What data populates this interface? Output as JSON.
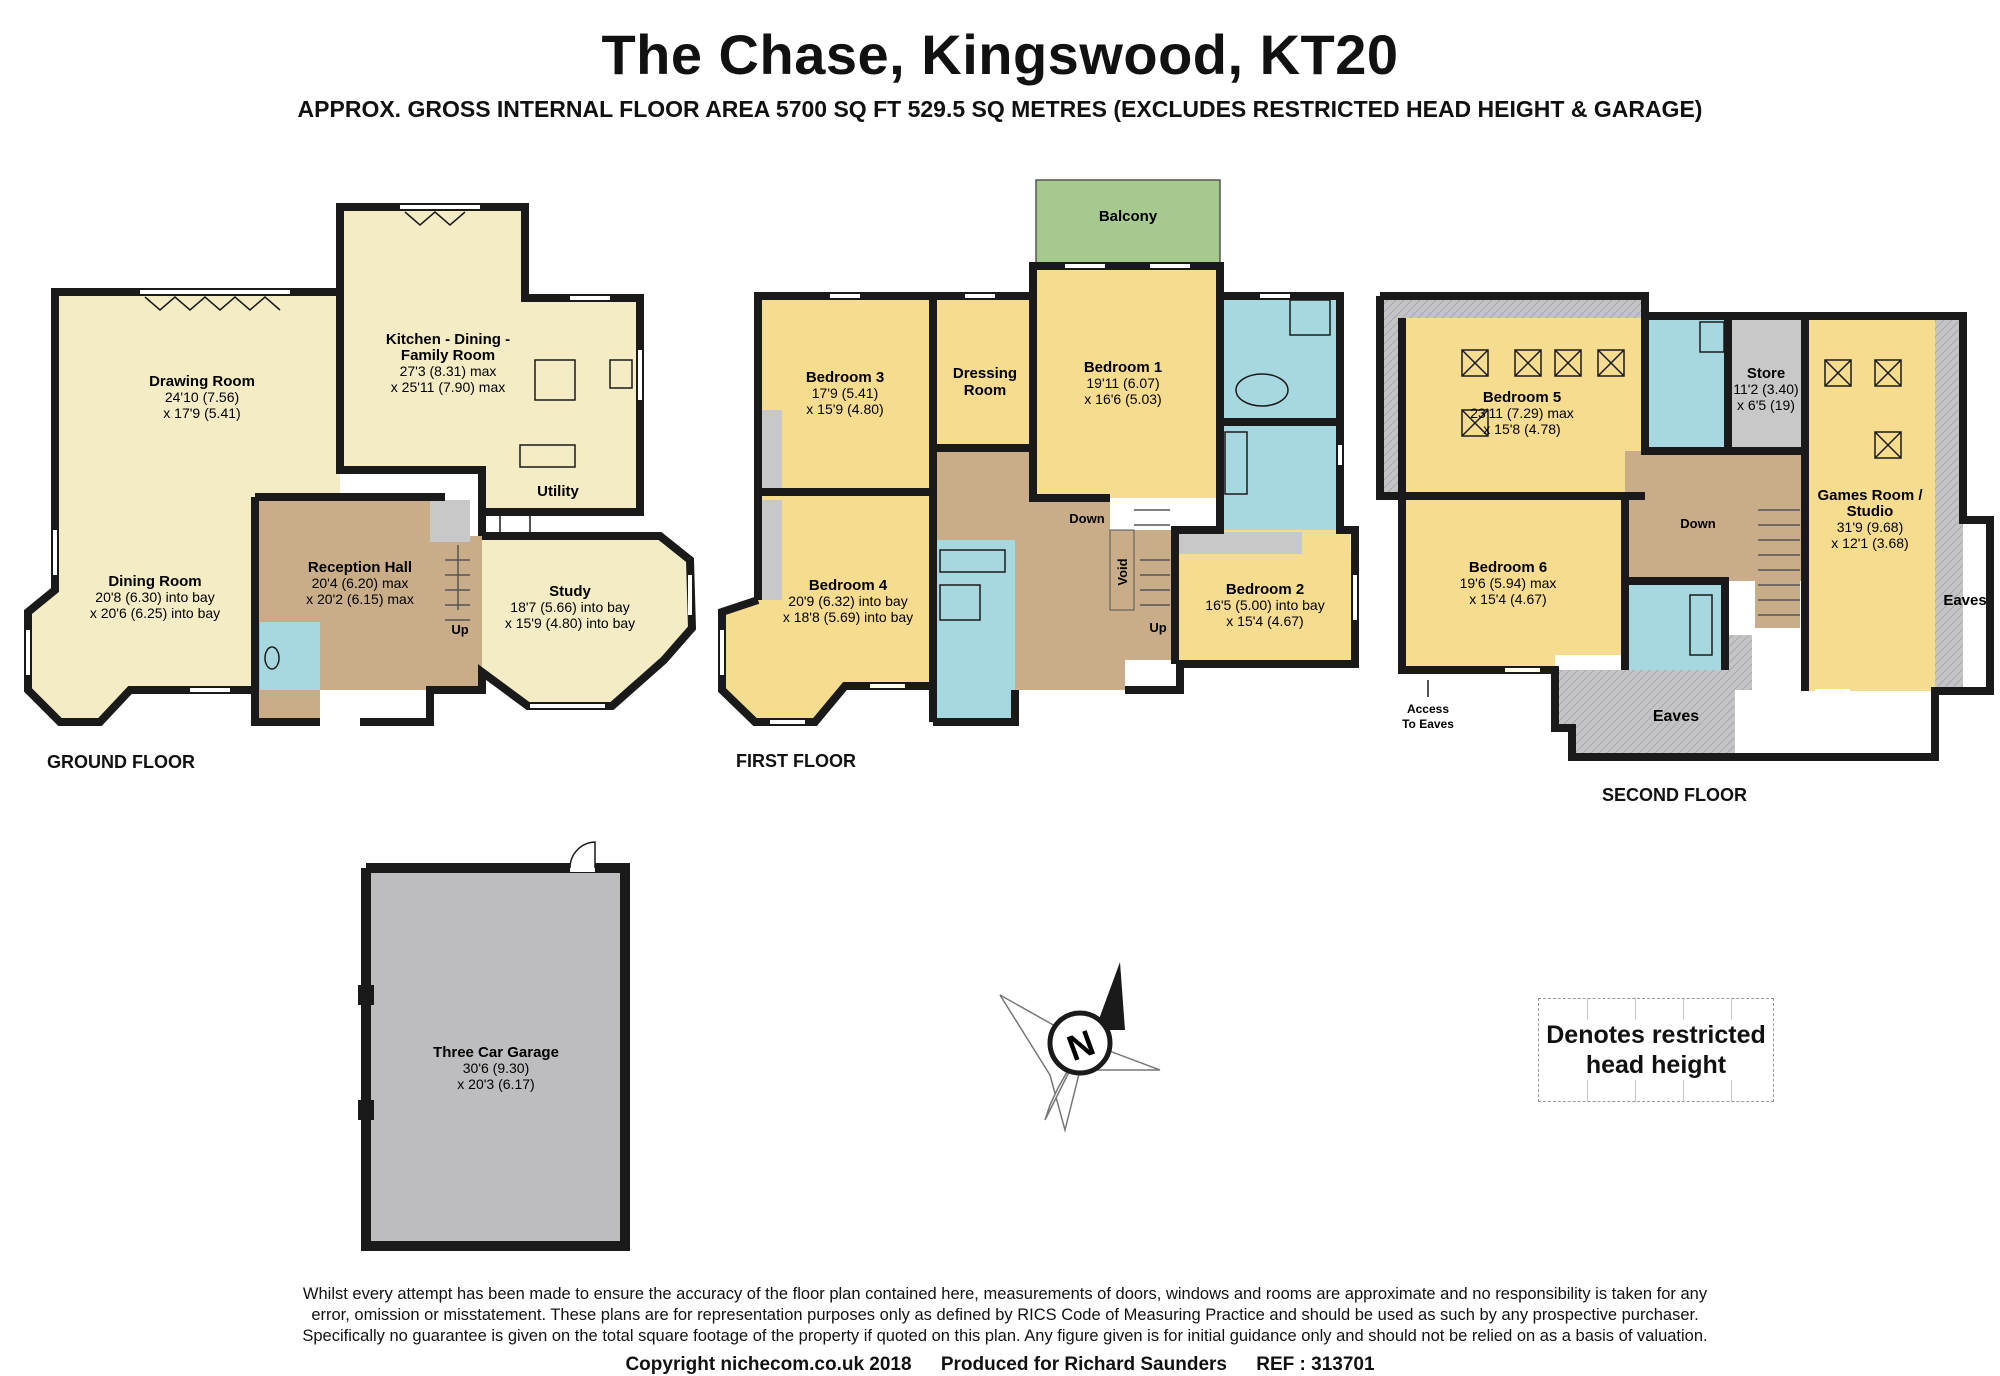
{
  "header": {
    "title": "The Chase, Kingswood, KT20",
    "subtitle": "APPROX. GROSS INTERNAL FLOOR AREA 5700 SQ FT 529.5 SQ METRES (EXCLUDES RESTRICTED HEAD HEIGHT & GARAGE)"
  },
  "floors": {
    "ground": "GROUND FLOOR",
    "first": "FIRST FLOOR",
    "second": "SECOND FLOOR"
  },
  "colors": {
    "wall": "#1a1a1a",
    "living": "#f3ecc4",
    "bedroom": "#f6dc8e",
    "hall": "#c9ad89",
    "bathroom": "#a8d8df",
    "balcony": "#a6c98f",
    "garage": "#bdbdc0",
    "eaves": "#c4c4c6",
    "store": "#c8c8c8"
  },
  "rooms": {
    "drawing_room": {
      "name": "Drawing Room",
      "dim1": "24'10 (7.56)",
      "dim2": "x 17'9 (5.41)"
    },
    "kitchen": {
      "name1": "Kitchen -  Dining -",
      "name2": "Family Room",
      "dim1": "27'3 (8.31) max",
      "dim2": "x 25'11 (7.90) max"
    },
    "utility": {
      "name": "Utility"
    },
    "dining_room": {
      "name": "Dining Room",
      "dim1": "20'8 (6.30) into bay",
      "dim2": "x 20'6 (6.25) into bay"
    },
    "reception_hall": {
      "name": "Reception Hall",
      "dim1": "20'4 (6.20) max",
      "dim2": "x 20'2 (6.15) max"
    },
    "study": {
      "name": "Study",
      "dim1": "18'7 (5.66) into bay",
      "dim2": "x 15'9 (4.80) into bay"
    },
    "bedroom3": {
      "name": "Bedroom 3",
      "dim1": "17'9 (5.41)",
      "dim2": "x 15'9 (4.80)"
    },
    "dressing_room": {
      "name1": "Dressing",
      "name2": "Room"
    },
    "bedroom1": {
      "name": "Bedroom 1",
      "dim1": "19'11 (6.07)",
      "dim2": "x 16'6 (5.03)"
    },
    "balcony": {
      "name": "Balcony"
    },
    "bedroom4": {
      "name": "Bedroom 4",
      "dim1": "20'9 (6.32) into bay",
      "dim2": "x 18'8 (5.69) into bay"
    },
    "bedroom2": {
      "name": "Bedroom 2",
      "dim1": "16'5 (5.00) into bay",
      "dim2": "x 15'4 (4.67)"
    },
    "void": {
      "name": "Void"
    },
    "bedroom5": {
      "name": "Bedroom 5",
      "dim1": "23'11 (7.29) max",
      "dim2": "x 15'8 (4.78)"
    },
    "store": {
      "name": "Store",
      "dim1": "11'2 (3.40)",
      "dim2": "x 6'5 (19)"
    },
    "games_room": {
      "name1": "Games Room /",
      "name2": "Studio",
      "dim1": "31'9 (9.68)",
      "dim2": "x 12'1 (3.68)"
    },
    "bedroom6": {
      "name": "Bedroom 6",
      "dim1": "19'6 (5.94) max",
      "dim2": "x 15'4 (4.67)"
    },
    "eaves": {
      "name": "Eaves"
    },
    "eaves_right": {
      "name": "Eaves"
    },
    "access_eaves": {
      "line1": "Access",
      "line2": "To Eaves"
    },
    "garage": {
      "name": "Three Car Garage",
      "dim1": "30'6 (9.30)",
      "dim2": "x 20'3 (6.17)"
    }
  },
  "stairs": {
    "up": "Up",
    "down": "Down"
  },
  "compass": {
    "letter": "N"
  },
  "legend": {
    "line1": "Denotes restricted",
    "line2": "head height"
  },
  "disclaimer": [
    "Whilst every attempt has been made to ensure the accuracy of the floor plan contained here, measurements of doors, windows and rooms are approximate and no responsibility is taken for any",
    "error, omission or misstatement. These plans are for representation purposes only as defined by RICS Code of Measuring Practice and should be used as such by any prospective purchaser.",
    "Specifically no guarantee is given on the total square footage of the property if quoted on this plan. Any figure given is for initial guidance only and should not be relied on as a basis of valuation."
  ],
  "footer": {
    "copyright": "Copyright nichecom.co.uk 2018",
    "produced": "Produced for Richard Saunders",
    "ref": "REF : 313701"
  }
}
